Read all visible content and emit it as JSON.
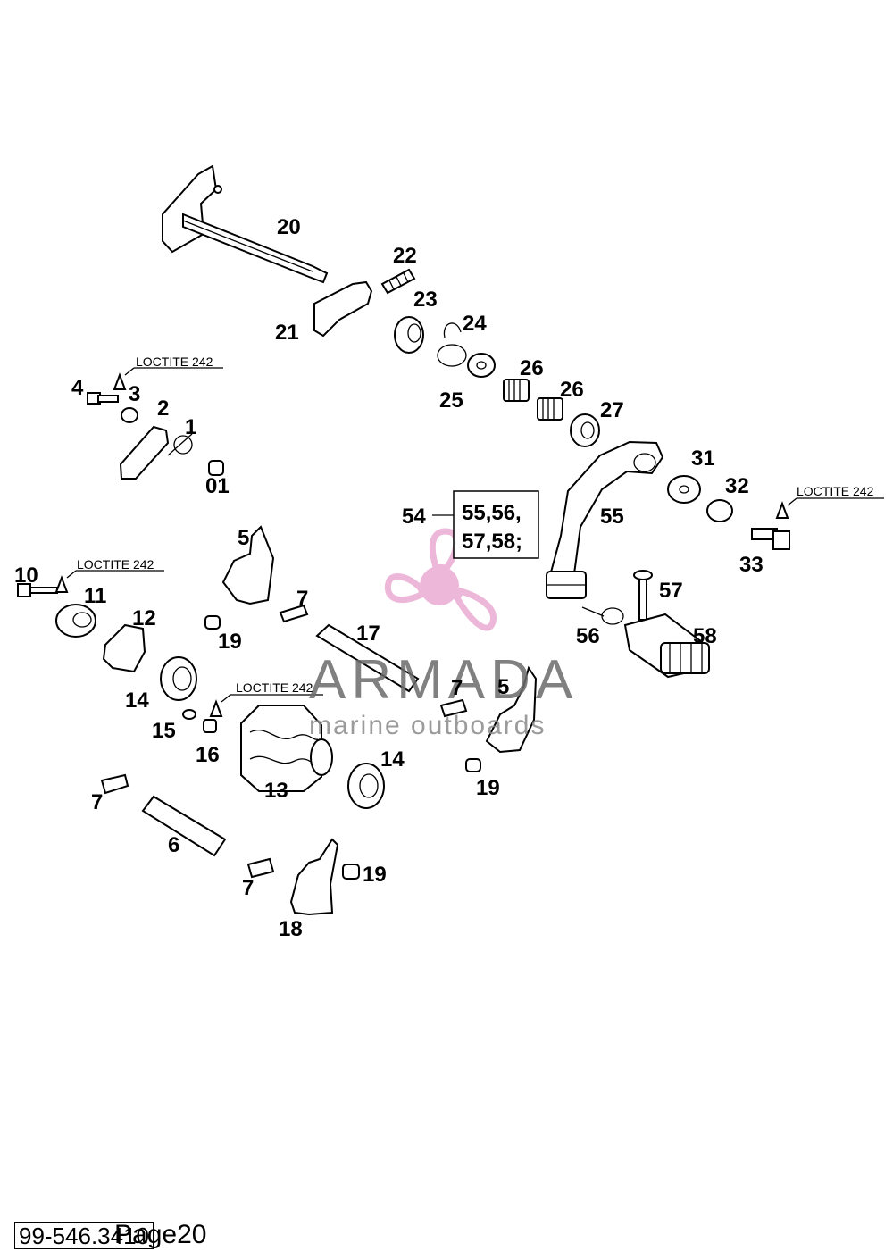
{
  "labels": {
    "p20": "20",
    "p21": "21",
    "p22": "22",
    "p23": "23",
    "p24": "24",
    "p25": "25",
    "p26a": "26",
    "p26b": "26",
    "p27": "27",
    "p4": "4",
    "p3": "3",
    "p2": "2",
    "p1": "1",
    "p01": "01",
    "p31": "31",
    "p32": "32",
    "p33": "33",
    "p54": "54",
    "p55": "55",
    "p56": "56",
    "p57": "57",
    "p58": "58",
    "p5a": "5",
    "p7a": "7",
    "p19a": "19",
    "p17": "17",
    "p10": "10",
    "p11": "11",
    "p12": "12",
    "p14a": "14",
    "p15": "15",
    "p16": "16",
    "p13": "13",
    "p14b": "14",
    "p7b": "7",
    "p5b": "5",
    "p19b": "19",
    "p7c": "7",
    "p6": "6",
    "p7d": "7",
    "p19c": "19",
    "p18": "18"
  },
  "callout_box": {
    "line1": "55,56,",
    "line2": "57,58;"
  },
  "loctite": {
    "a": "LOCTITE 242",
    "b": "LOCTITE 242",
    "c": "LOCTITE 242",
    "d": "LOCTITE 242"
  },
  "watermark": {
    "brand": "ARMADA",
    "tagline": "marine outboards",
    "logo": "propeller-logo-icon",
    "accent": "#e8a6cf"
  },
  "footer": {
    "code": "99-546.3410",
    "page": "Page20"
  }
}
